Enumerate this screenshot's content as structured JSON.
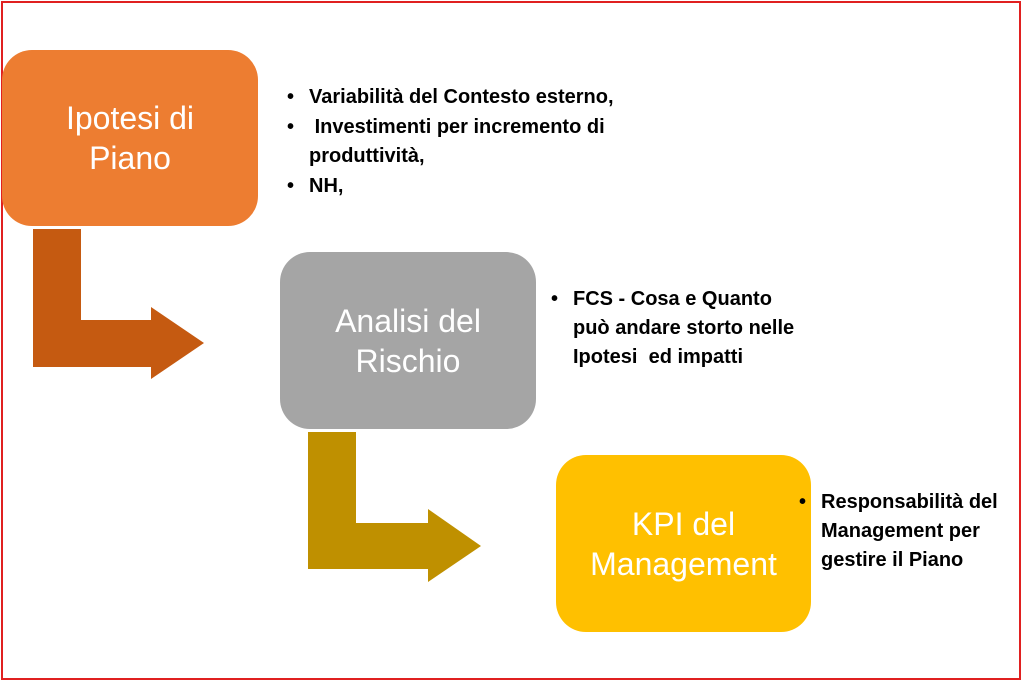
{
  "boxes": [
    {
      "label": "Ipotesi di Piano",
      "color": "#ed7d31"
    },
    {
      "label": "Analisi del Rischio",
      "color": "#a5a5a5"
    },
    {
      "label": "KPI del Management",
      "color": "#ffc000"
    }
  ],
  "arrows": [
    {
      "color": "#c55a11"
    },
    {
      "color": "#bf9000"
    }
  ],
  "bullets": {
    "ipotesi": [
      "Variabilità del Contesto esterno,",
      " Investimenti per incremento di produttività,",
      "NH,"
    ],
    "rischio": [
      "FCS - Cosa e Quanto può andare storto nelle Ipotesi  ed impatti"
    ],
    "kpi": [
      "Responsabilità del Management per gestire il Piano"
    ]
  },
  "frame_color": "#e02020"
}
